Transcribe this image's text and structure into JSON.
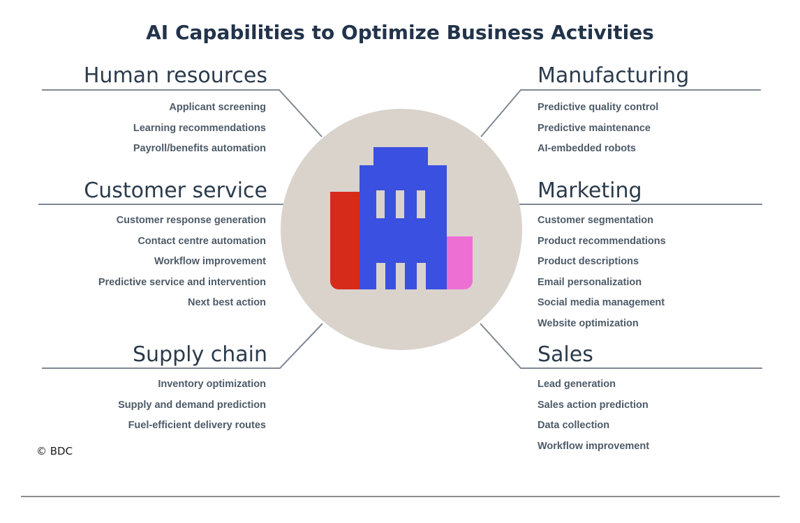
{
  "title": "AI Capabilities to Optimize Business Activities",
  "copyright": "© BDC",
  "center_icon": "building-icon",
  "sections": [
    {
      "id": "human-resources",
      "title": "Human resources",
      "side": "left",
      "items": [
        "Applicant screening",
        "Learning recommendations",
        "Payroll/benefits automation"
      ]
    },
    {
      "id": "customer-service",
      "title": "Customer service",
      "side": "left",
      "items": [
        "Customer response generation",
        "Contact centre automation",
        "Workflow improvement",
        "Predictive service and intervention",
        "Next best action"
      ]
    },
    {
      "id": "supply-chain",
      "title": "Supply chain",
      "side": "left",
      "items": [
        "Inventory optimization",
        "Supply and demand prediction",
        "Fuel-efficient delivery routes"
      ]
    },
    {
      "id": "manufacturing",
      "title": "Manufacturing",
      "side": "right",
      "items": [
        "Predictive quality control",
        "Predictive maintenance",
        "AI-embedded robots"
      ]
    },
    {
      "id": "marketing",
      "title": "Marketing",
      "side": "right",
      "items": [
        "Customer segmentation",
        "Product recommendations",
        "Product descriptions",
        "Email personalization",
        "Social media management",
        "Website optimization"
      ]
    },
    {
      "id": "sales",
      "title": "Sales",
      "side": "right",
      "items": [
        "Lead generation",
        "Sales action prediction",
        "Data collection",
        "Workflow improvement"
      ]
    }
  ],
  "colors": {
    "title-text": "#22334a",
    "heading-text": "#2b3b4b",
    "item-text": "#4d5b68",
    "connector-line": "#7f8893",
    "circle-bg": "#d9d3cc",
    "building-blue": "#3a50e0",
    "building-red": "#d62b1b",
    "building-pink": "#ee6fd4",
    "divider": "#8c8c8c",
    "copyright-text": "#1b1b1b"
  }
}
